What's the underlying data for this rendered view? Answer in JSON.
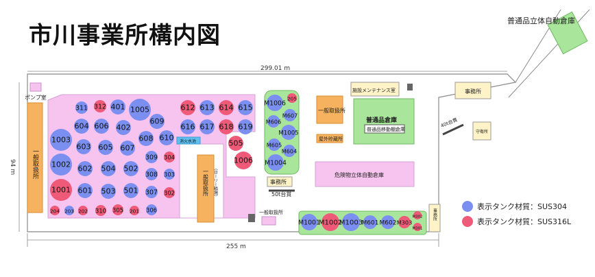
{
  "title": "市川事業所構内図",
  "colors": {
    "sus304": "#7b8ff0",
    "sus316l": "#ee5a78",
    "pink_area": "#f7c4ef",
    "green_area": "#a9e59b",
    "orange_building": "#f6b25e"
  },
  "legend": {
    "sus304": "表示タンク材質：SUS304",
    "sus316l": "表示タンク材質：SUS316L"
  },
  "dimensions": {
    "top": "299.01 m",
    "bottom": "255 m",
    "left": "94 m",
    "m50": "50t台貫",
    "m40": "40t台貫"
  },
  "labels": {
    "pump_room": "ポンプ室",
    "general_store_left": "一般取扱所",
    "general_store_mid": "一般取扱所",
    "general_store_mid_sub": "（ローリー積場）",
    "general_store_right": "一般取扱所",
    "general_store_bottom": "一般取扱所",
    "fire_pond": "消火水池",
    "office_center": "事務所",
    "office_right": "事務所",
    "office_small": "事務所",
    "guard": "守衛所",
    "outdoor_storage": "屋外貯蔵所",
    "maintenance": "施設メンテナンス室",
    "warehouse": "普通品倉庫",
    "warehouse_sub": "普通品移動棚倉庫",
    "hazmat_auto": "危険物立体自動倉庫",
    "auto_warehouse": "普通品立体自動倉庫",
    "pin_office": "事務所"
  },
  "tanks": [
    {
      "id": "311",
      "m": "304"
    },
    {
      "id": "312",
      "m": "316L"
    },
    {
      "id": "401",
      "m": "304"
    },
    {
      "id": "1005",
      "m": "304"
    },
    {
      "id": "612",
      "m": "316L"
    },
    {
      "id": "613",
      "m": "304"
    },
    {
      "id": "614",
      "m": "316L"
    },
    {
      "id": "615",
      "m": "304"
    },
    {
      "id": "604",
      "m": "304"
    },
    {
      "id": "606",
      "m": "304"
    },
    {
      "id": "402",
      "m": "304"
    },
    {
      "id": "609",
      "m": "304"
    },
    {
      "id": "616",
      "m": "304"
    },
    {
      "id": "617",
      "m": "304"
    },
    {
      "id": "618",
      "m": "316L"
    },
    {
      "id": "619",
      "m": "304"
    },
    {
      "id": "1003",
      "m": "304"
    },
    {
      "id": "603",
      "m": "304"
    },
    {
      "id": "605",
      "m": "304"
    },
    {
      "id": "607",
      "m": "304"
    },
    {
      "id": "608",
      "m": "304"
    },
    {
      "id": "610",
      "m": "304"
    },
    {
      "id": "505",
      "m": "316L"
    },
    {
      "id": "309",
      "m": "304"
    },
    {
      "id": "304",
      "m": "316L"
    },
    {
      "id": "1006",
      "m": "316L"
    },
    {
      "id": "1002",
      "m": "304"
    },
    {
      "id": "602",
      "m": "304"
    },
    {
      "id": "504",
      "m": "304"
    },
    {
      "id": "502",
      "m": "304"
    },
    {
      "id": "308",
      "m": "304"
    },
    {
      "id": "303",
      "m": "304"
    },
    {
      "id": "1001",
      "m": "316L"
    },
    {
      "id": "601",
      "m": "304"
    },
    {
      "id": "503",
      "m": "304"
    },
    {
      "id": "501",
      "m": "304"
    },
    {
      "id": "307",
      "m": "304"
    },
    {
      "id": "302",
      "m": "316L"
    },
    {
      "id": "204",
      "m": "316L"
    },
    {
      "id": "203",
      "m": "304"
    },
    {
      "id": "202",
      "m": "316L"
    },
    {
      "id": "310",
      "m": "316L"
    },
    {
      "id": "305",
      "m": "316L"
    },
    {
      "id": "201",
      "m": "316L"
    },
    {
      "id": "306",
      "m": "304"
    },
    {
      "id": "M1006",
      "m": "304"
    },
    {
      "id": "205",
      "m": "316L"
    },
    {
      "id": "M607",
      "m": "304"
    },
    {
      "id": "M606",
      "m": "304"
    },
    {
      "id": "M1005",
      "m": "304"
    },
    {
      "id": "M605",
      "m": "304"
    },
    {
      "id": "M604",
      "m": "304"
    },
    {
      "id": "M1004",
      "m": "304"
    },
    {
      "id": "M1001",
      "m": "304"
    },
    {
      "id": "M1002",
      "m": "316L"
    },
    {
      "id": "M1003",
      "m": "304"
    },
    {
      "id": "M601",
      "m": "304"
    },
    {
      "id": "M602",
      "m": "304"
    },
    {
      "id": "M303",
      "m": "316L"
    },
    {
      "id": "M302",
      "m": "316L"
    },
    {
      "id": "M301",
      "m": "316L"
    }
  ]
}
